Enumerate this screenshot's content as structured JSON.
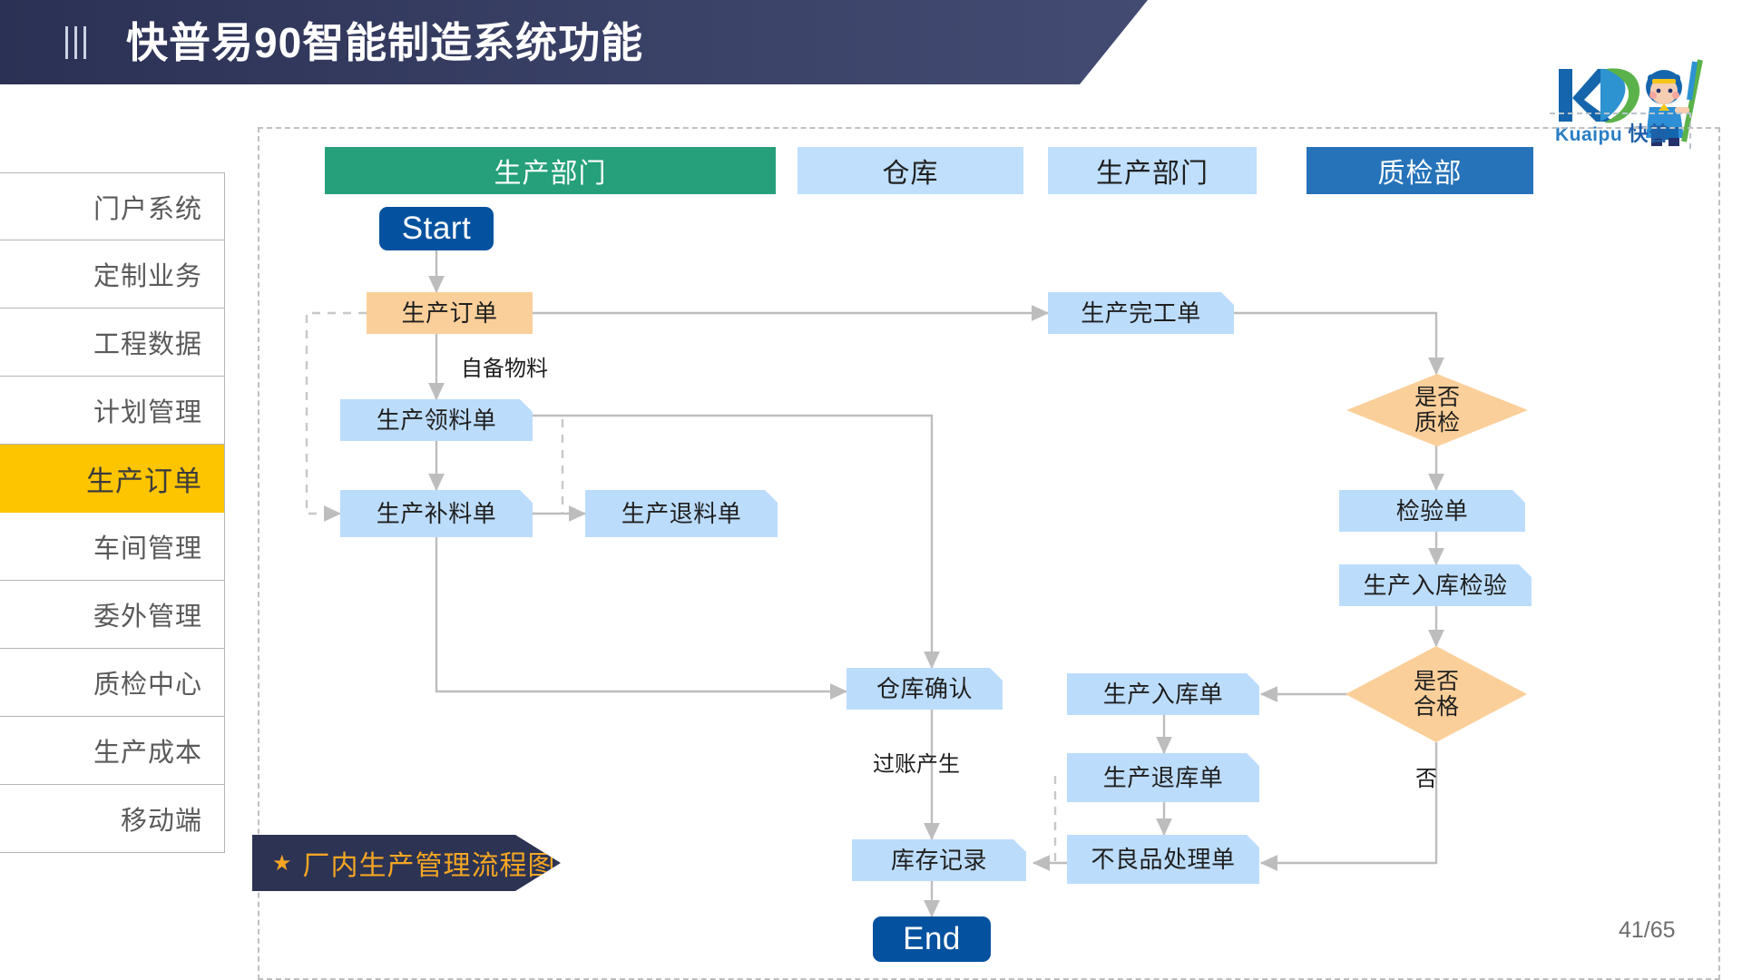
{
  "header": {
    "title": "快普易90智能制造系统功能",
    "menu_icon": "menu-bars-icon",
    "bg_color": "#323a5e"
  },
  "logo": {
    "mark": "KP",
    "wordmark_en": "Kuaipu",
    "wordmark_cn": "快普",
    "mascot": "mascot-character-icon",
    "brand_blue": "#1f5fa8",
    "brand_green": "#4caf50"
  },
  "sidebar": {
    "items": [
      {
        "label": "门户系统",
        "active": false
      },
      {
        "label": "定制业务",
        "active": false
      },
      {
        "label": "工程数据",
        "active": false
      },
      {
        "label": "计划管理",
        "active": false
      },
      {
        "label": "生产订单",
        "active": true
      },
      {
        "label": "车间管理",
        "active": false
      },
      {
        "label": "委外管理",
        "active": false
      },
      {
        "label": "质检中心",
        "active": false
      },
      {
        "label": "生产成本",
        "active": false
      },
      {
        "label": "移动端",
        "active": false
      }
    ],
    "active_color": "#fdc400"
  },
  "lanes": [
    {
      "label": "生产部门",
      "style": "green"
    },
    {
      "label": "仓库",
      "style": "lightblue"
    },
    {
      "label": "生产部门",
      "style": "lightblue"
    },
    {
      "label": "质检部",
      "style": "darkblue"
    }
  ],
  "flow": {
    "nodes": [
      {
        "id": "start",
        "label": "Start",
        "type": "startend"
      },
      {
        "id": "order",
        "label": "生产订单",
        "type": "orange"
      },
      {
        "id": "picking",
        "label": "生产领料单",
        "type": "blue"
      },
      {
        "id": "replenish",
        "label": "生产补料单",
        "type": "blue"
      },
      {
        "id": "return_mat",
        "label": "生产退料单",
        "type": "blue"
      },
      {
        "id": "finish",
        "label": "生产完工单",
        "type": "blue"
      },
      {
        "id": "qc_check",
        "label": "是否\n质检",
        "type": "diamond"
      },
      {
        "id": "inspect",
        "label": "检验单",
        "type": "blue"
      },
      {
        "id": "in_inspect",
        "label": "生产入库检验",
        "type": "blue"
      },
      {
        "id": "qualified",
        "label": "是否\n合格",
        "type": "diamond"
      },
      {
        "id": "inbound",
        "label": "生产入库单",
        "type": "blue"
      },
      {
        "id": "outbound",
        "label": "生产退库单",
        "type": "blue"
      },
      {
        "id": "defect",
        "label": "不良品处理单",
        "type": "blue"
      },
      {
        "id": "wh_confirm",
        "label": "仓库确认",
        "type": "blue"
      },
      {
        "id": "stock_rec",
        "label": "库存记录",
        "type": "blue"
      },
      {
        "id": "end",
        "label": "End",
        "type": "startend"
      }
    ],
    "edge_labels": [
      {
        "id": "self_material",
        "label": "自备物料"
      },
      {
        "id": "posting",
        "label": "过账产生"
      },
      {
        "id": "no_branch",
        "label": "否"
      }
    ],
    "colors": {
      "blue_node": "#bcdcfb",
      "orange_node": "#fbcf9a",
      "start_end": "#04529f",
      "connector": "#bdbdbd"
    }
  },
  "banner": {
    "star_icon": "star-icon",
    "label": "厂内生产管理流程图",
    "bg_color": "#2c3353",
    "text_color": "#f5a623"
  },
  "page_indicator": "41/65"
}
